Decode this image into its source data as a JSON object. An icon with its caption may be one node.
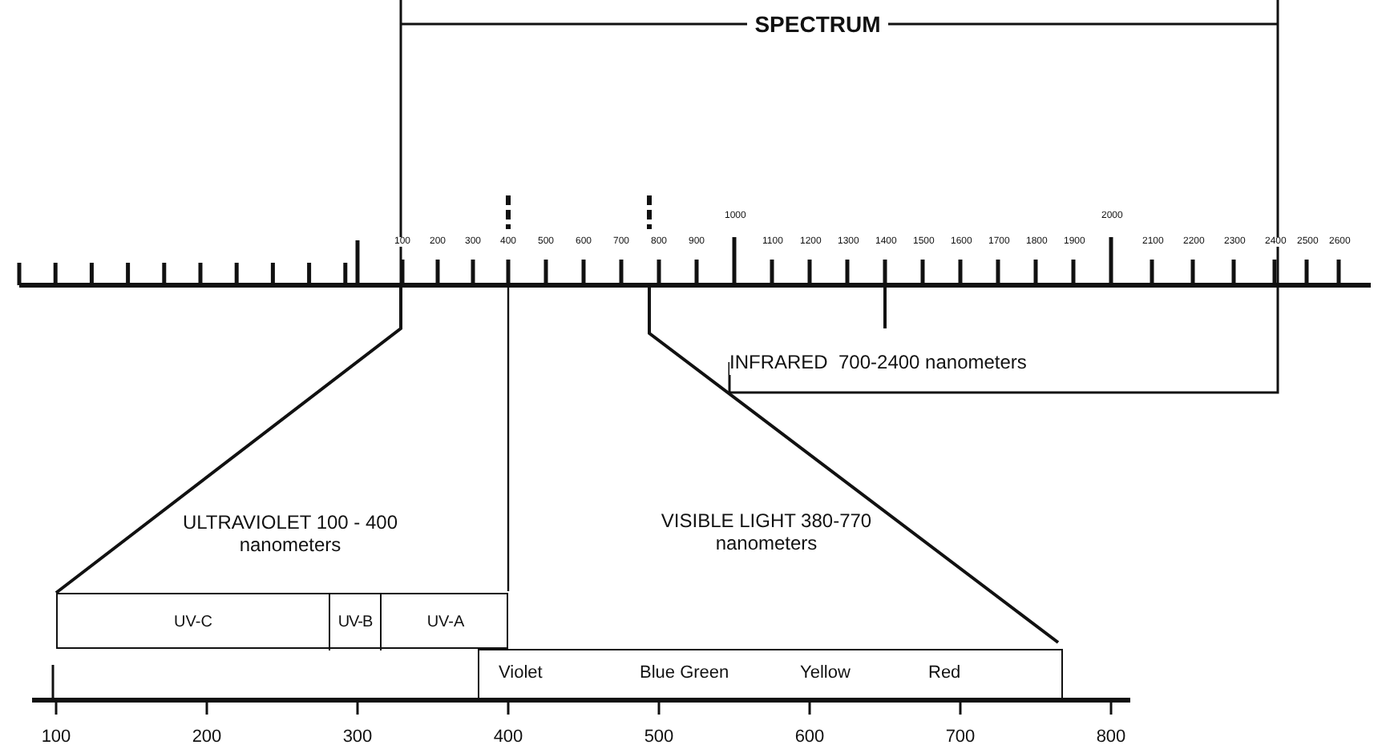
{
  "diagram": {
    "nodes": [
      {
        "text": [
          "SPECTRUM"
        ]
      },
      {
        "text": [
          "INFRARED  700-2400 nanometers"
        ]
      },
      {
        "text": [
          "ULTRAVIOLET 100 - 400 nanometers"
        ]
      },
      {
        "text": [
          "UV-C"
        ],
        "in": 2
      },
      {
        "text": [
          "UV-B"
        ],
        "in": 2
      },
      {
        "text": [
          "UV-A"
        ],
        "in": 2
      },
      {
        "text": [
          "VISIBLE LIGHT 380-770 nanometers"
        ]
      },
      {
        "text": [
          "Violet",
          "Blue Green",
          "Yellow",
          "Red"
        ]
      }
    ],
    "edges": [],
    "labels": [
      "100",
      "200",
      "300",
      "400",
      "500",
      "600",
      "700",
      "800",
      "900",
      "1000",
      "1100",
      "1200",
      "1300",
      "1400",
      "1500",
      "1600",
      "1700",
      "1800",
      "1900",
      "2000",
      "2100",
      "2200",
      "2300",
      "2400",
      "2500",
      "2600",
      "100",
      "200",
      "300",
      "400",
      "500",
      "600",
      "700",
      "800"
    ]
  }
}
